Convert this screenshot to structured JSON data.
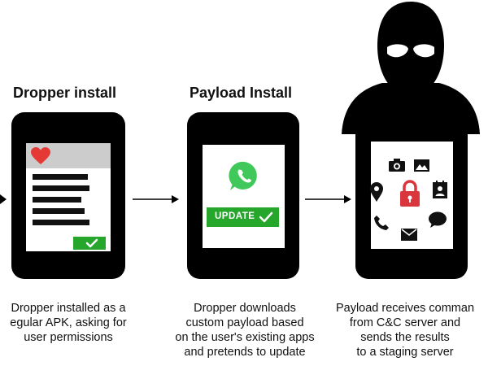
{
  "headings": {
    "dropper": "Dropper install",
    "payload": "Payload Install"
  },
  "captions": {
    "dropper": [
      "Dropper installed as a",
      "egular APK, asking for",
      "user permissions"
    ],
    "payload": [
      "Dropper downloads",
      "custom payload based",
      "on the user's existing apps",
      "and pretends to update"
    ],
    "cc": [
      "Payload receives comman",
      "from C&C server and",
      "sends the results",
      "to a staging server"
    ]
  },
  "update_button": "UPDATE",
  "colors": {
    "phone": "#000000",
    "green": "#27a62c",
    "red": "#e53935",
    "lock_red": "#d9363e",
    "header_gray": "#cccccc",
    "whatsapp": "#41c85a"
  },
  "icons": [
    "heart-icon",
    "checkmark-icon",
    "whatsapp-icon",
    "hacker-figure",
    "camera-icon",
    "image-icon",
    "map-pin-icon",
    "lock-icon",
    "contact-card-icon",
    "phone-icon",
    "envelope-icon",
    "chat-bubble-icon"
  ]
}
